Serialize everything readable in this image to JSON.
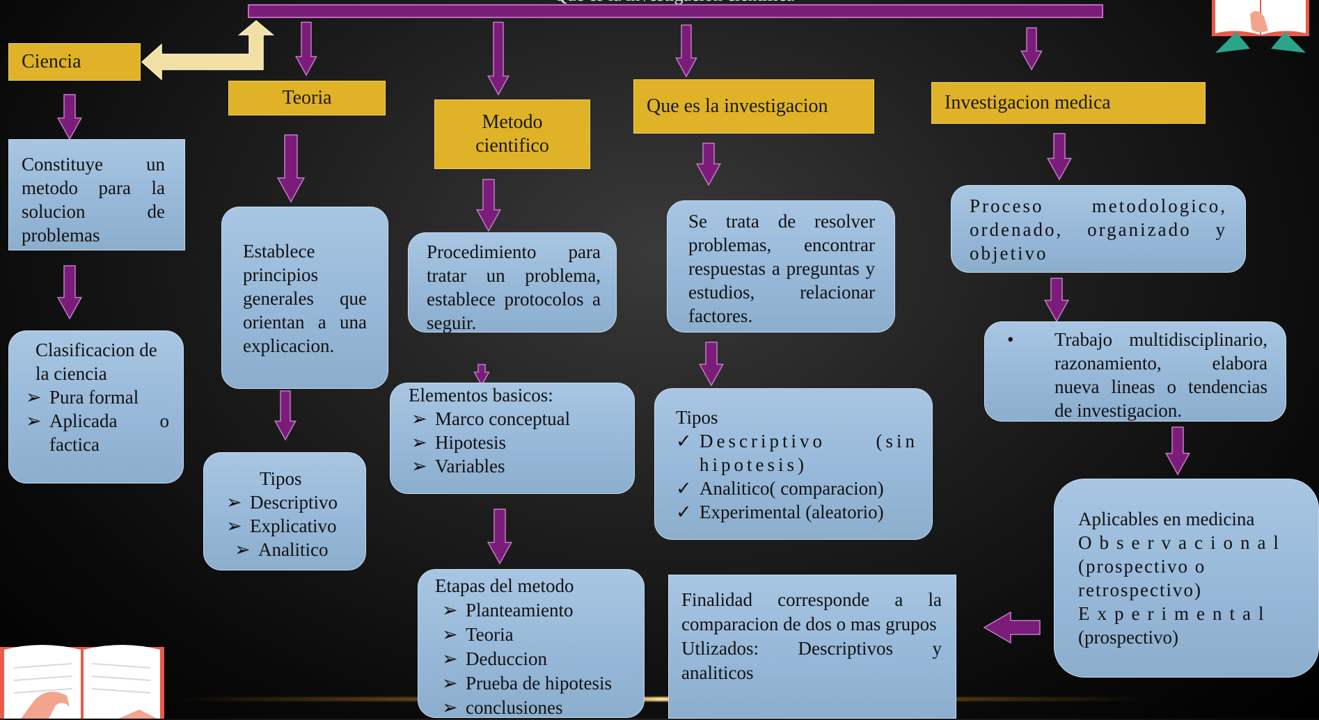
{
  "colors": {
    "gold": "#e0b227",
    "box": "#9ab9d9",
    "arrow": "#7b1c7b",
    "arrow_light": "#f2dfa3",
    "bg": "#000000"
  },
  "header": {
    "cut_text": "Que es la investigacion cientifica"
  },
  "ciencia": {
    "title": "Ciencia",
    "desc": "Constituye un metodo para la solucion de problemas",
    "class_title": "Clasificacion de la ciencia",
    "class_items": [
      "Pura formal",
      "Aplicada o factica"
    ]
  },
  "teoria": {
    "title": "Teoria",
    "desc": "Establece principios generales que orientan a una explicacion.",
    "types_title": "Tipos",
    "types": [
      "Descriptivo",
      "Explicativo",
      "Analitico"
    ]
  },
  "metodo": {
    "title": "Metodo cientifico",
    "desc": "Procedimiento para tratar un problema, establece protocolos a seguir.",
    "elements_title": "Elementos basicos:",
    "elements": [
      "Marco conceptual",
      "Hipotesis",
      "Variables"
    ],
    "stages_title": "Etapas del metodo",
    "stages": [
      "Planteamiento",
      "Teoria",
      "Deduccion",
      "Prueba de hipotesis",
      "conclusiones"
    ]
  },
  "investigacion": {
    "title": "Que es la investigacion",
    "desc": "Se trata de resolver problemas, encontrar respuestas a preguntas y estudios, relacionar factores.",
    "types_title": "Tipos",
    "types": [
      "Descriptivo (sin hipotesis)",
      "Analitico( comparacion)",
      "Experimental (aleatorio)"
    ]
  },
  "medica": {
    "title": "Investigacion medica",
    "desc": "Proceso metodologico, ordenado, organizado y objetivo",
    "bullet": "Trabajo multidisciplinario, razonamiento, elabora nueva lineas o tendencias de investigacion.",
    "applicable_title": "Aplicables en medicina",
    "applicable_lines": [
      "Observacional",
      "(prospectivo o retrospectivo)",
      "Experimental",
      "(prospectivo)"
    ]
  },
  "finalidad": {
    "line1": "Finalidad corresponde a la comparacion de dos o mas grupos",
    "line2": "Utlizados: Descriptivos y analiticos"
  },
  "markers": {
    "arrow_bullet": "➢",
    "check_bullet": "✓",
    "dot_bullet": "•"
  }
}
